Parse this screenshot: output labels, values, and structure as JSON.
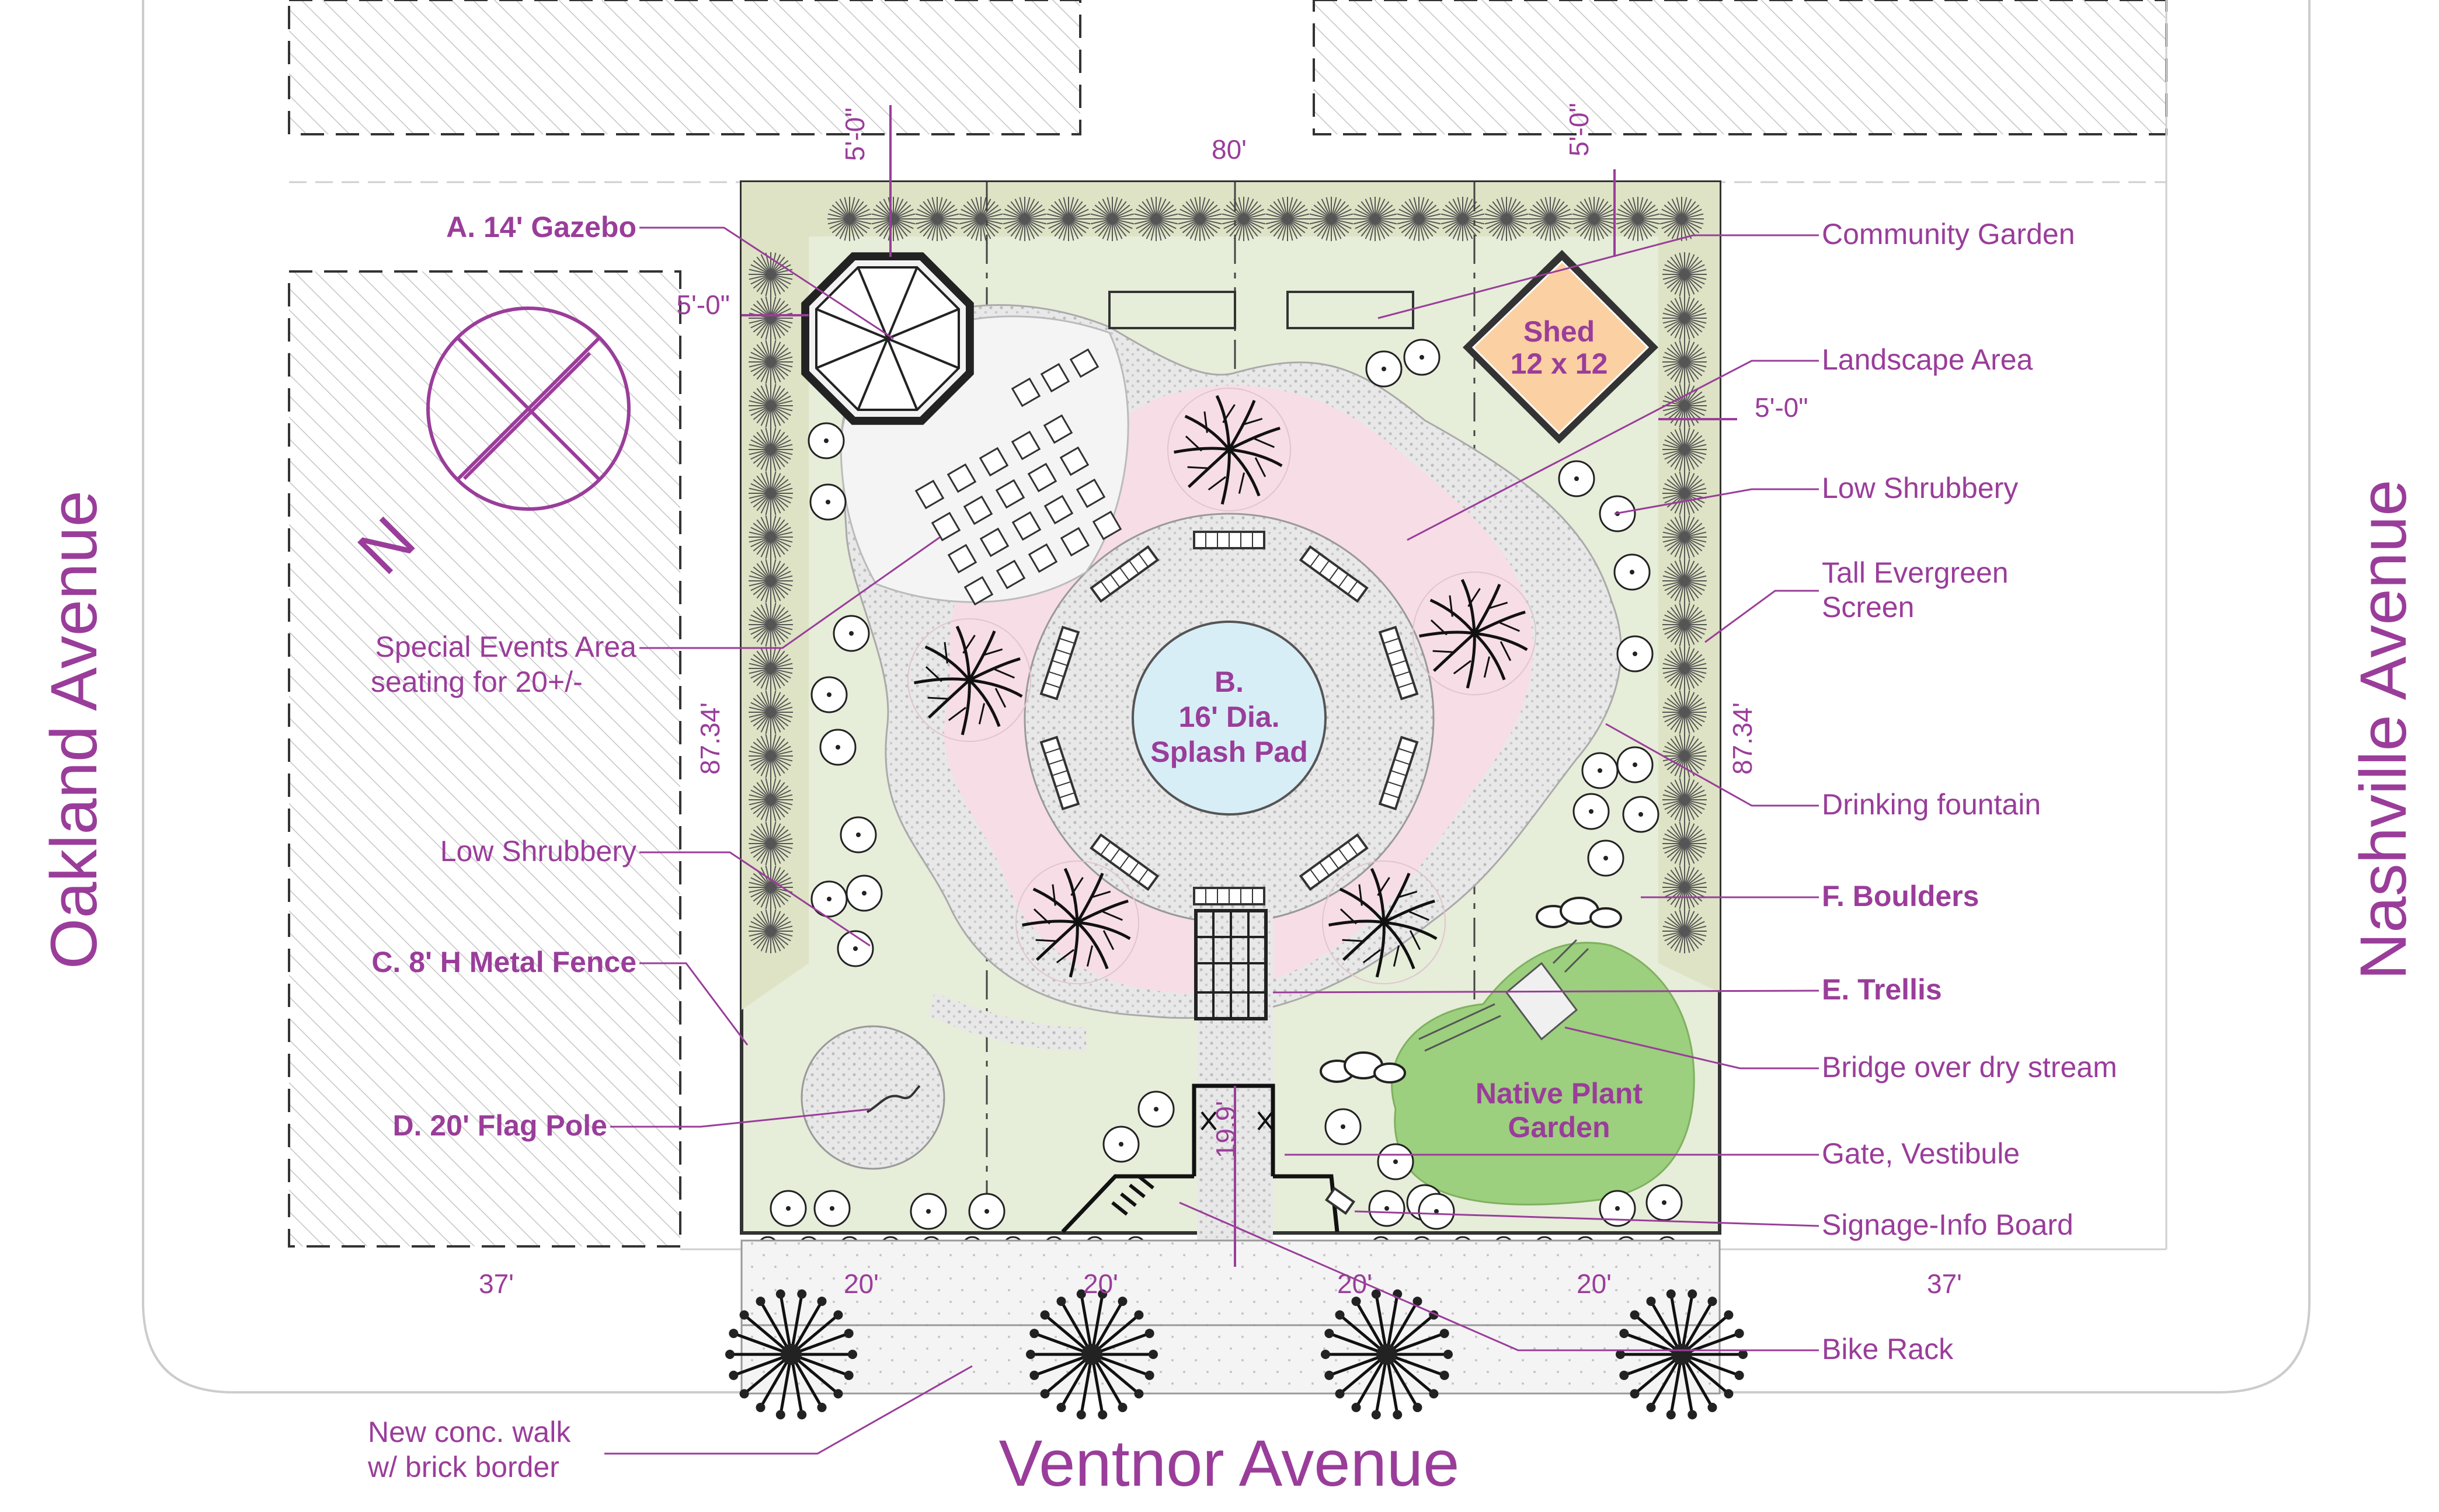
{
  "streets": {
    "west": "Oakland Avenue",
    "east": "Nashville Avenue",
    "south": "Ventnor Avenue"
  },
  "north_arrow": "N",
  "dimensions": {
    "top_width": "80'",
    "left_depth": "87.34'",
    "right_depth": "87.34'",
    "setback_top_left": "5'-0\"",
    "setback_top_right": "5'-0\"",
    "setback_left": "5'-0\"",
    "setback_right": "5'-0\"",
    "vestibule": "19.9'",
    "bottom_segments": [
      "37'",
      "20'",
      "20'",
      "20'",
      "20'",
      "37'"
    ]
  },
  "left_labels": {
    "gazebo": "A. 14' Gazebo",
    "special_events_1": "Special Events Area",
    "special_events_2": "seating for 20+/-",
    "low_shrubbery": "Low Shrubbery",
    "fence": "C. 8' H Metal Fence",
    "flag_pole": "D. 20' Flag Pole",
    "walk_1": "New conc. walk",
    "walk_2": "w/ brick border"
  },
  "right_labels": {
    "community_garden": "Community Garden",
    "landscape_area": "Landscape Area",
    "low_shrubbery": "Low Shrubbery",
    "evergreen_1": "Tall Evergreen",
    "evergreen_2": "Screen",
    "drinking_fountain": "Drinking fountain",
    "boulders": "F. Boulders",
    "trellis": "E. Trellis",
    "bridge": "Bridge over dry stream",
    "gate": "Gate, Vestibule",
    "signage": "Signage-Info Board",
    "bike_rack": "Bike Rack"
  },
  "features": {
    "shed_1": "Shed",
    "shed_2": "12 x 12",
    "splash_1": "B.",
    "splash_2": "16' Dia.",
    "splash_3": "Splash Pad",
    "native_1": "Native Plant",
    "native_2": "Garden"
  },
  "colors": {
    "label": "#9a3d9a",
    "lawn": "#e6edd9",
    "planting_border": "#dde3c4",
    "splash_pad": "#d8eef7",
    "native_garden": "#9ccf7e",
    "shed": "#fbd0a2",
    "landscape_pink": "#f7dde6",
    "paving": "#e3e3e3"
  }
}
